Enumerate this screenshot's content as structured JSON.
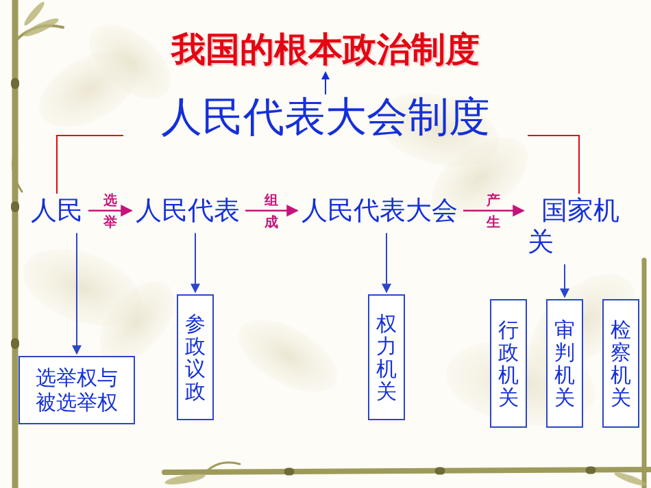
{
  "diagram": {
    "title": "我国的根本政治制度",
    "nodes": [
      {
        "text": [
          "人民代表大会制度"
        ]
      },
      {
        "text": [
          "人民"
        ]
      },
      {
        "text": [
          "人民代表"
        ]
      },
      {
        "text": [
          "人民代表大会"
        ]
      },
      {
        "text": [
          "国家机关"
        ]
      },
      {
        "text": [
          "选举权与被选举权"
        ]
      },
      {
        "text": [
          "参政议政"
        ]
      },
      {
        "text": [
          "权力机关"
        ]
      },
      {
        "text": [
          "行政机关"
        ]
      },
      {
        "text": [
          "审判机关"
        ]
      },
      {
        "text": [
          "检察机关"
        ]
      }
    ],
    "edges": [
      {
        "from": 0,
        "to": 1,
        "arrow": "none"
      },
      {
        "from": 0,
        "to": 4,
        "arrow": "none"
      },
      {
        "from": 1,
        "to": 2,
        "label": "选举",
        "arrow": "to"
      },
      {
        "from": 2,
        "to": 3,
        "label": "组成",
        "arrow": "to"
      },
      {
        "from": 3,
        "to": 4,
        "label": "产生",
        "arrow": "to"
      },
      {
        "from": 1,
        "to": 5,
        "arrow": "to"
      },
      {
        "from": 2,
        "to": 6,
        "arrow": "to"
      },
      {
        "from": 3,
        "to": 7,
        "arrow": "to"
      },
      {
        "from": 4,
        "to": 9,
        "arrow": "to"
      }
    ]
  }
}
